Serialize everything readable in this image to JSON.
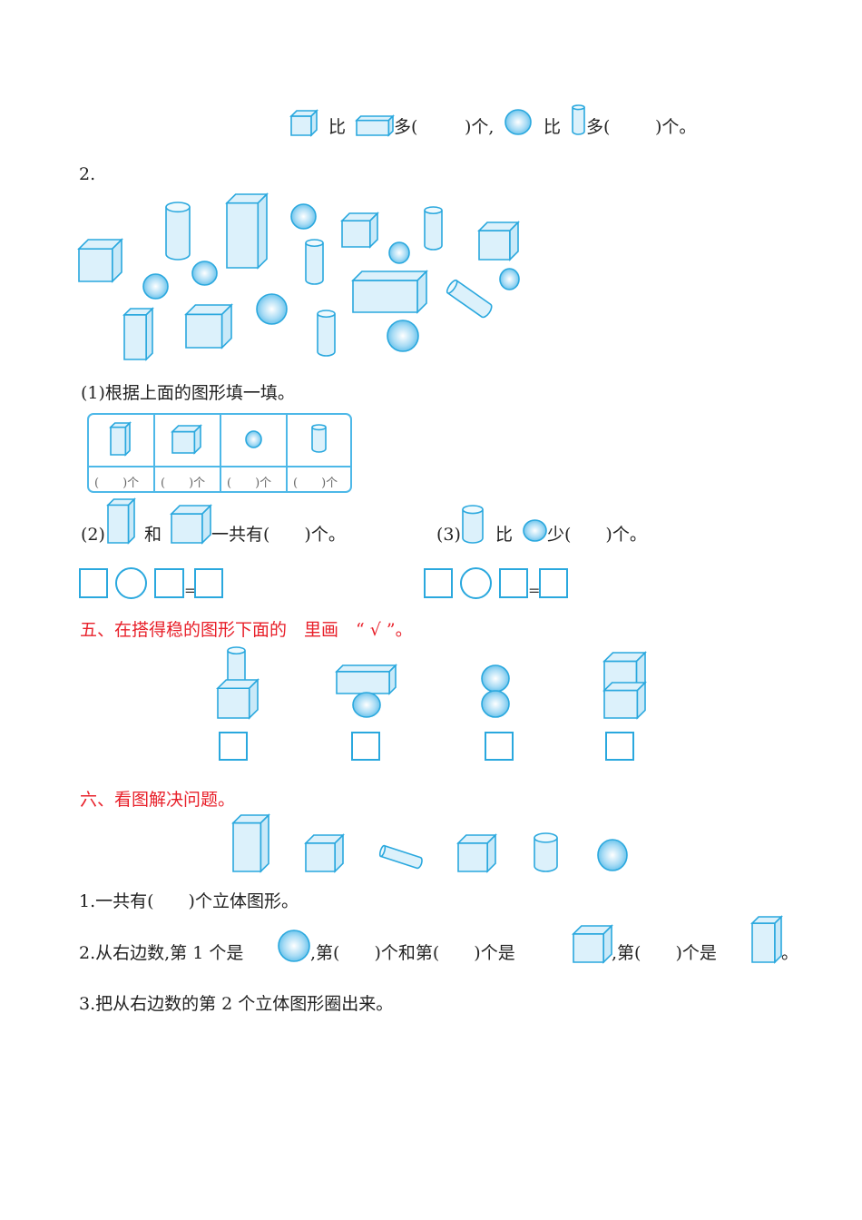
{
  "colors": {
    "shape_stroke": "#2aa8de",
    "shape_fill": "#dcf1fb",
    "heading_red": "#e8202a"
  },
  "q_top": {
    "cmp1": "比",
    "more1": "多(",
    "unit1": ")个,",
    "cmp2": "比",
    "more2": "多(",
    "unit2": ")个。"
  },
  "q2": {
    "label": "2.",
    "p1": "(1)根据上面的图形填一填。",
    "table_cells": [
      "(　　)个",
      "(　　)个",
      "(　　)个",
      "(　　)个"
    ],
    "p2": {
      "prefix": "(2)",
      "and": "和",
      "suffix": "一共有(　　)个。"
    },
    "p3": {
      "prefix": "(3)",
      "cmp": "比",
      "suffix": "少(　　)个。"
    },
    "equals": "="
  },
  "section5": {
    "title": "五、在搭得稳的图形下面的　里画　“ √ ”。"
  },
  "section6": {
    "title": "六、看图解决问题。",
    "q1": "1.一共有(　　)个立体图形。",
    "q2": {
      "a": "2.从右边数,第 1 个是",
      "b": ",第(　　)个和第(　　)个是",
      "c": ",第(　　)个是",
      "d": "。"
    },
    "q3": "3.把从右边数的第 2 个立体图形圈出来。"
  }
}
